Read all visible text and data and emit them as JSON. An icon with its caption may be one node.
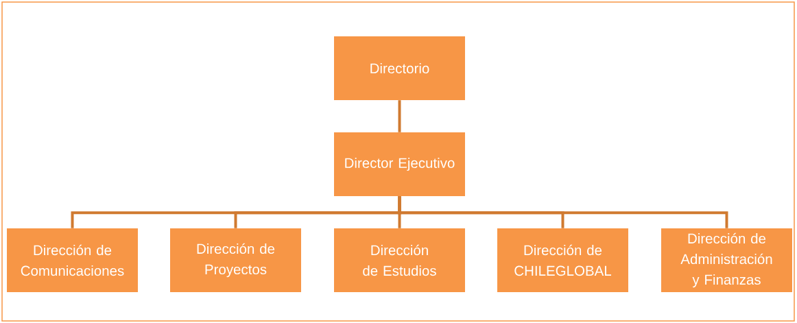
{
  "diagram": {
    "nodes": [
      {
        "text": [
          "Directorio"
        ]
      },
      {
        "text": [
          "Director Ejecutivo"
        ]
      },
      {
        "text": [
          "Dirección de Comunicaciones"
        ]
      },
      {
        "text": [
          "Dirección de Proyectos"
        ]
      },
      {
        "text": [
          "Dirección de Estudios"
        ]
      },
      {
        "text": [
          "Dirección de CHILEGLOBAL"
        ]
      },
      {
        "text": [
          "Dirección de Administración y Finanzas"
        ]
      }
    ],
    "edges": [
      {
        "from": 0,
        "to": 1,
        "arrow": "none"
      },
      {
        "from": 1,
        "to": 2,
        "arrow": "none"
      },
      {
        "from": 1,
        "to": 3,
        "arrow": "none"
      },
      {
        "from": 1,
        "to": 4,
        "arrow": "none"
      },
      {
        "from": 1,
        "to": 5,
        "arrow": "none"
      },
      {
        "from": 1,
        "to": 6,
        "arrow": "none"
      }
    ]
  }
}
